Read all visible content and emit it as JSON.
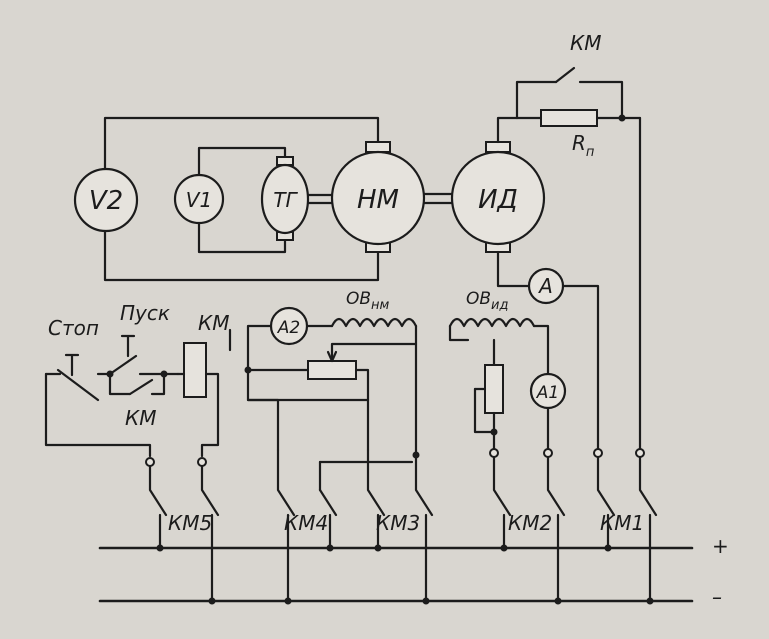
{
  "diagram": {
    "meters": {
      "v2": "V2",
      "v1": "V1",
      "a": "A",
      "a1": "A1",
      "a2": "A2"
    },
    "machines": {
      "tg": "ТГ",
      "nm": "НМ",
      "id": "ИД"
    },
    "labels": {
      "km_top": "КМ",
      "rp": "R",
      "rp_sub": "п",
      "ov_nm": "ОВ",
      "ov_nm_sub": "нм",
      "ov_id": "ОВ",
      "ov_id_sub": "ид",
      "stop": "Стоп",
      "start": "Пуск",
      "km_coil": "КМ",
      "km_hold": "КМ"
    },
    "switches": {
      "km5": "КМ5",
      "km4": "КМ4",
      "km3": "КМ3",
      "km2": "КМ2",
      "km1": "КМ1"
    },
    "bus": {
      "plus": "+",
      "minus": "–"
    }
  }
}
